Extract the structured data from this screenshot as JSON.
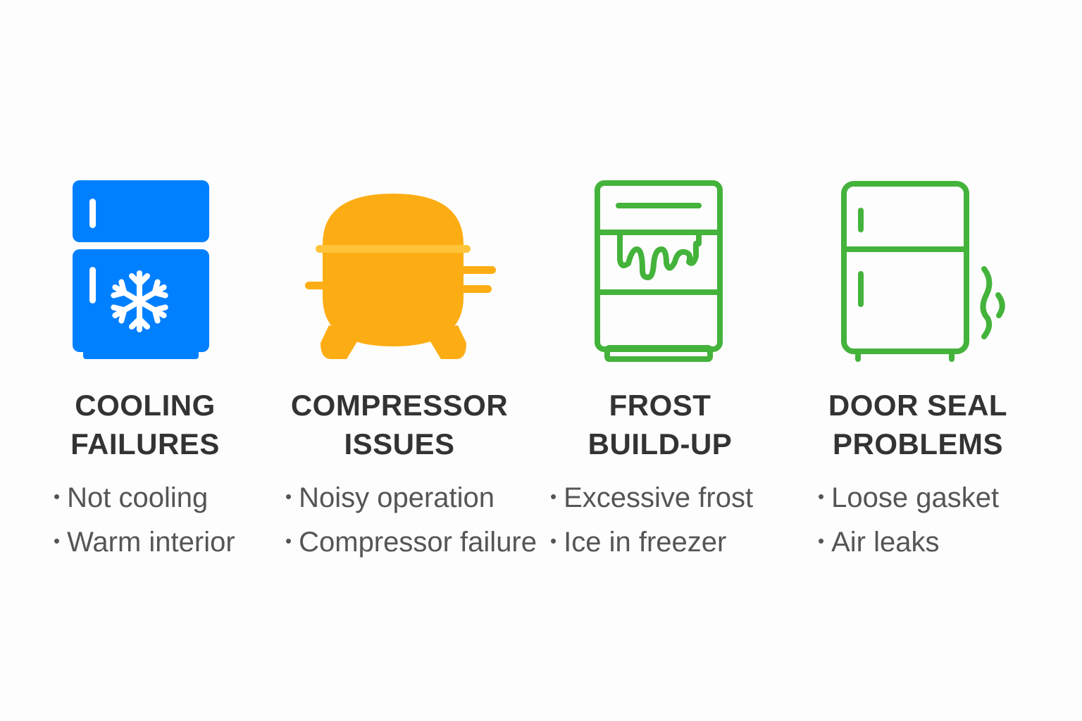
{
  "colors": {
    "blue": "#0080ff",
    "orange": "#fdad14",
    "green": "#44b33b",
    "title": "#333333",
    "text": "#555555"
  },
  "categories": [
    {
      "icon": "fridge-snowflake-icon",
      "title_line1": "COOLING",
      "title_line2": "FAILURES",
      "items": [
        "Not cooling",
        "Warm interior"
      ]
    },
    {
      "icon": "compressor-icon",
      "title_line1": "COMPRESSOR",
      "title_line2": "ISSUES",
      "items": [
        "Noisy operation",
        "Compressor failure"
      ]
    },
    {
      "icon": "frost-fridge-icon",
      "title_line1": "FROST",
      "title_line2": "BUILD-UP",
      "items": [
        "Excessive frost",
        "Ice in freezer"
      ]
    },
    {
      "icon": "fridge-air-leak-icon",
      "title_line1": "DOOR SEAL",
      "title_line2": "PROBLEMS",
      "items": [
        "Loose gasket",
        "Air leaks"
      ]
    }
  ],
  "bullet": "•"
}
